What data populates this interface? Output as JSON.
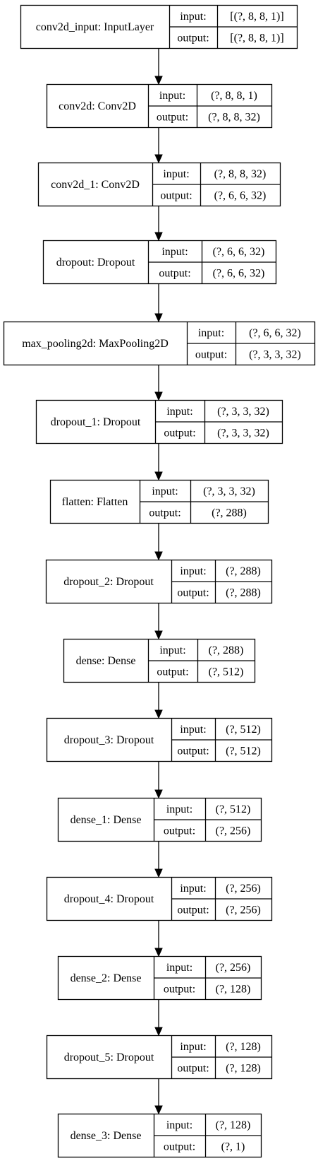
{
  "diagram": {
    "port_labels": {
      "input": "input:",
      "output": "output:"
    },
    "layers": [
      {
        "name": "conv2d_input: InputLayer",
        "input": "[(?, 8, 8, 1)]",
        "output": "[(?, 8, 8, 1)]"
      },
      {
        "name": "conv2d: Conv2D",
        "input": "(?, 8, 8, 1)",
        "output": "(?, 8, 8, 32)"
      },
      {
        "name": "conv2d_1: Conv2D",
        "input": "(?, 8, 8, 32)",
        "output": "(?, 6, 6, 32)"
      },
      {
        "name": "dropout: Dropout",
        "input": "(?, 6, 6, 32)",
        "output": "(?, 6, 6, 32)"
      },
      {
        "name": "max_pooling2d: MaxPooling2D",
        "input": "(?, 6, 6, 32)",
        "output": "(?, 3, 3, 32)"
      },
      {
        "name": "dropout_1: Dropout",
        "input": "(?, 3, 3, 32)",
        "output": "(?, 3, 3, 32)"
      },
      {
        "name": "flatten: Flatten",
        "input": "(?, 3, 3, 32)",
        "output": "(?, 288)"
      },
      {
        "name": "dropout_2: Dropout",
        "input": "(?, 288)",
        "output": "(?, 288)"
      },
      {
        "name": "dense: Dense",
        "input": "(?, 288)",
        "output": "(?, 512)"
      },
      {
        "name": "dropout_3: Dropout",
        "input": "(?, 512)",
        "output": "(?, 512)"
      },
      {
        "name": "dense_1: Dense",
        "input": "(?, 512)",
        "output": "(?, 256)"
      },
      {
        "name": "dropout_4: Dropout",
        "input": "(?, 256)",
        "output": "(?, 256)"
      },
      {
        "name": "dense_2: Dense",
        "input": "(?, 256)",
        "output": "(?, 128)"
      },
      {
        "name": "dropout_5: Dropout",
        "input": "(?, 128)",
        "output": "(?, 128)"
      },
      {
        "name": "dense_3: Dense",
        "input": "(?, 128)",
        "output": "(?, 1)"
      }
    ]
  }
}
